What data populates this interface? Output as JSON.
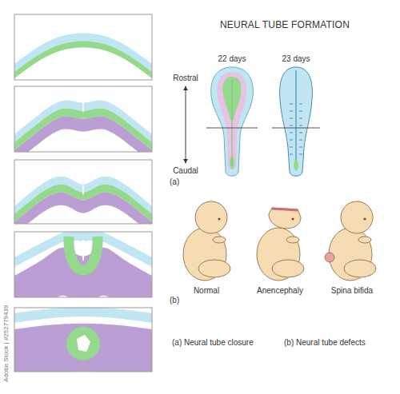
{
  "diagram": {
    "title": "NEURAL TUBE FORMATION",
    "labels": [
      "Rostral",
      "Caudal",
      "22 days",
      "23 days",
      "(a)",
      "Normal",
      "Anencephaly",
      "Spina bifida",
      "(b)",
      "(a) Neural tube closure",
      "(b) Neural tube defects",
      "Adobe Stock | #252779439"
    ]
  }
}
